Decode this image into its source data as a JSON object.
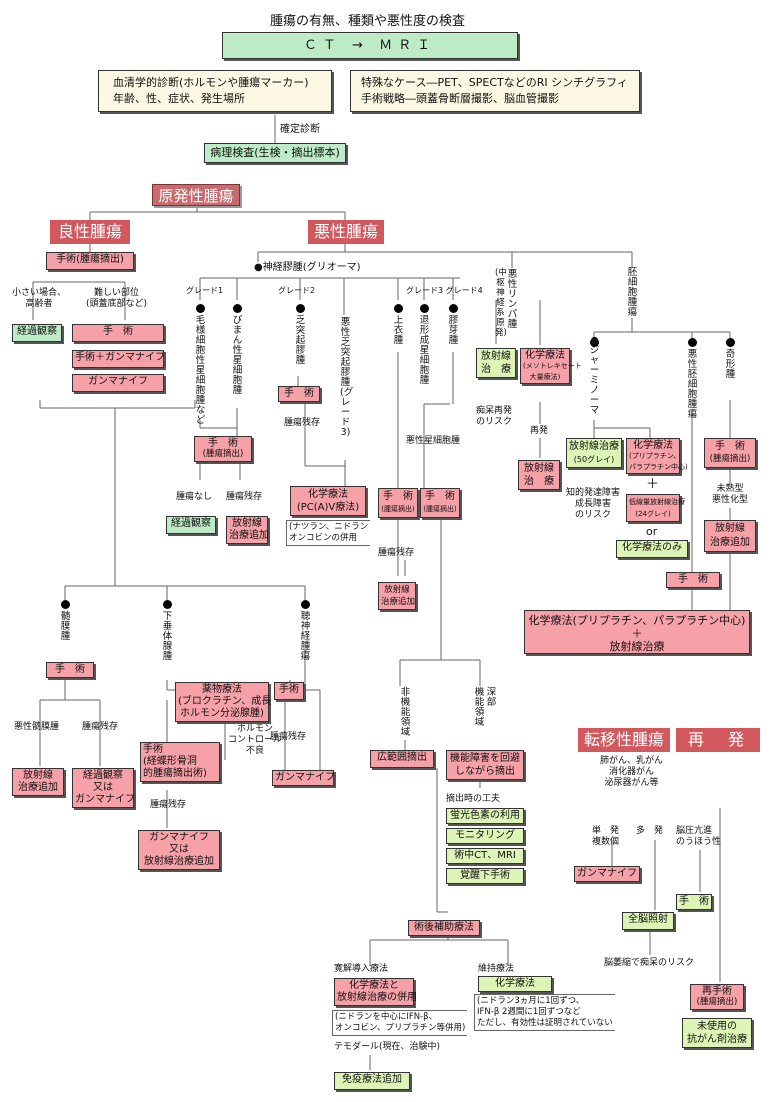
{
  "title": "腫瘍の有無、種類や悪性度の検査",
  "ct_mri": "ＣＴ → ＭＲＩ",
  "box_blood_1": "血清学的診断(ホルモンや腫瘍マーカー)",
  "box_blood_2": "年齢、性、症状、発生場所",
  "box_special_1": "特殊なケース―PET、SPECTなどのRI シンチグラフィ",
  "box_special_2": "手術戦略―頭蓋骨断層撮影、脳血管撮影",
  "confirm": "確定診断",
  "pathology": "病理検査(生検・摘出標本)",
  "primary": "原発性腫瘍",
  "benign": "良性腫瘍",
  "malignant": "悪性腫瘍",
  "benign_surgery": "手術(腫瘍摘出)",
  "small_case_1": "小さい場合、",
  "small_case_2": "高齢者",
  "hard_case_1": "難しい部位",
  "hard_case_2": "(頭蓋底部など)",
  "observe": "経過観察",
  "surgery": "手　術",
  "surgery_gamma": "手術＋ガンマナイフ",
  "gamma": "ガンマナイフ",
  "glioma": "●神経膠腫(グリオーマ)",
  "grade1": "グレード1",
  "grade2": "グレード2",
  "grade34": "グレード3 グレード4",
  "pilocytic": "毛様細胞性星細胞腫など",
  "diffuse": "びまん性星細胞腫",
  "oligo": "乏突起膠腫",
  "mal_oligo": "悪性乏突起膠腫(グレード3)",
  "ependymoma": "上衣腫",
  "anaplastic": "退形成星細胞腫",
  "gbm": "膠芽腫",
  "lymphoma": "悪性リンパ腫",
  "lymphoma_sub": "(中枢神経系原発)",
  "germ": "胚細胞腫瘍",
  "g2_surgery": "手　術",
  "residual": "腫瘍残存",
  "diffuse_surgery_1": "手　術",
  "diffuse_surgery_2": "(腫瘍摘出)",
  "no_tumor": "腫瘍なし",
  "tumor_left": "腫瘍残存",
  "observe2": "経過観察",
  "rt_add_1": "放射線",
  "rt_add_2": "治療追加",
  "chemo_pcv_1": "化学療法",
  "chemo_pcv_2": "(PC(A)V療法)",
  "pcv_note_1": "(ナツラン、ニドラン",
  "pcv_note_2": "オンコビンの併用",
  "malig_astro": "悪性星細胞腫",
  "epen_surg_1": "手　術",
  "epen_surg_2": "(腫瘍摘出)",
  "gbm_surg_1": "手　術",
  "gbm_surg_2": "(腫瘍摘出)",
  "epen_res": "腫瘍残存",
  "epen_rt_1": "放射線",
  "epen_rt_2": "治療追加",
  "lym_rt_1": "放射線",
  "lym_rt_2": "治　療",
  "lym_chemo_1": "化学療法",
  "lym_chemo_2": "(メソトレキセート",
  "lym_chemo_3": "大量療法)",
  "dementia_1": "痴呆再発",
  "dementia_2": "のリスク",
  "relapse": "再発",
  "lym_rt2_1": "放射線",
  "lym_rt2_2": "治　療",
  "germinoma": "●ジャーミノーマ",
  "germ_rt_1": "放射線治療",
  "germ_rt_2": "(50グレイ)",
  "germ_chemo_1": "化学療法",
  "germ_chemo_2": "(プリプラチン、",
  "germ_chemo_3": "パラプラチン中心)",
  "plus": "＋",
  "low_rt_1": "低線量放射線治療",
  "low_rt_2": "(24グレイ)",
  "or": "or",
  "chemo_only": "化学療法のみ",
  "iq_1": "知的発達障害",
  "iq_2": "成長障害",
  "iq_3": "のリスク",
  "mal_germ": "悪性胚細胞腫瘍",
  "teratoma": "奇形腫",
  "ter_surg_1": "手　術",
  "ter_surg_2": "(腫瘍摘出)",
  "immature_1": "未熟型",
  "immature_2": "悪性化型",
  "ter_rt_1": "放射線",
  "ter_rt_2": "治療追加",
  "germ_surgery": "手　術",
  "big_chemo_1": "化学療法(プリプラチン、パラプラチン中心)",
  "big_chemo_2": "＋",
  "big_chemo_3": "放射線治療",
  "meningioma": "髄膜腫",
  "pituitary": "下垂体腺腫",
  "acoustic": "聴神経腫瘍",
  "men_surg": "手　術",
  "men_mal": "悪性髄膜腫",
  "men_res": "腫瘍残存",
  "men_rt_1": "放射線",
  "men_rt_2": "治療追加",
  "men_obs_1": "経過観察",
  "men_obs_2": "又は",
  "men_obs_3": "ガンマナイフ",
  "pit_drug_1": "薬物療法",
  "pit_drug_2": "(ブロクラチン、成長",
  "pit_drug_3": "ホルモン分泌腺腫)",
  "hormone_1": "ホルモン",
  "hormone_2": "コントロール",
  "hormone_3": "不良",
  "pit_surg_1": "手術",
  "pit_surg_2": "(経蝶形骨洞",
  "pit_surg_3": "的腫瘍摘出術)",
  "pit_res": "腫瘍残存",
  "pit_gamma_1": "ガンマナイフ",
  "pit_gamma_2": "又は",
  "pit_gamma_3": "放射線治療追加",
  "aco_surg": "手術",
  "aco_res": "腫瘍残存",
  "aco_gamma": "ガンマナイフ",
  "non_func": "非機能領域",
  "func_deep": "機能領域深部",
  "wide_resect": "広範囲摘出",
  "func_resect_1": "機能障害を回避",
  "func_resect_2": "しながら摘出",
  "tips": "摘出時の工夫",
  "tip1": "蛍光色素の利用",
  "tip2": "モニタリング",
  "tip3": "術中CT、MRI",
  "tip4": "覚醒下手術",
  "adjuvant": "術後補助療法",
  "induction": "寛解導入療法",
  "maintenance": "維持療法",
  "ind_box_1": "化学療法と",
  "ind_box_2": "放射線治療の併用",
  "ind_note_1": "(ニドランを中心にIFN-β、",
  "ind_note_2": "オンコビン、プリプラチン等併用)",
  "maint_box": "化学療法",
  "maint_note_1": "(ニドラン3ヵ月に1回ずつ、",
  "maint_note_2": "IFN-β 2週間に1回ずつなど",
  "maint_note_3": "ただし、有効性は証明されていない",
  "temodar": "テモダール(現在、治験中)",
  "immuno": "免疫療法追加",
  "metastatic": "転移性腫瘍",
  "recurrence": "再　発",
  "meta_src_1": "肺がん、乳がん",
  "meta_src_2": "消化器がん",
  "meta_src_3": "泌尿器がん等",
  "single_1": "単　発",
  "single_2": "複数個",
  "multi": "多　発",
  "icp_1": "脳圧亢進",
  "icp_2": "のうほう性",
  "meta_gamma": "ガンマナイフ",
  "meta_surg": "手　術",
  "wbrt": "全脳照射",
  "atrophy": "脳萎縮で痴呆のリスク",
  "re_surg_1": "再手術",
  "re_surg_2": "(腫瘍摘出)",
  "unused_1": "未使用の",
  "unused_2": "抗がん剤治療"
}
